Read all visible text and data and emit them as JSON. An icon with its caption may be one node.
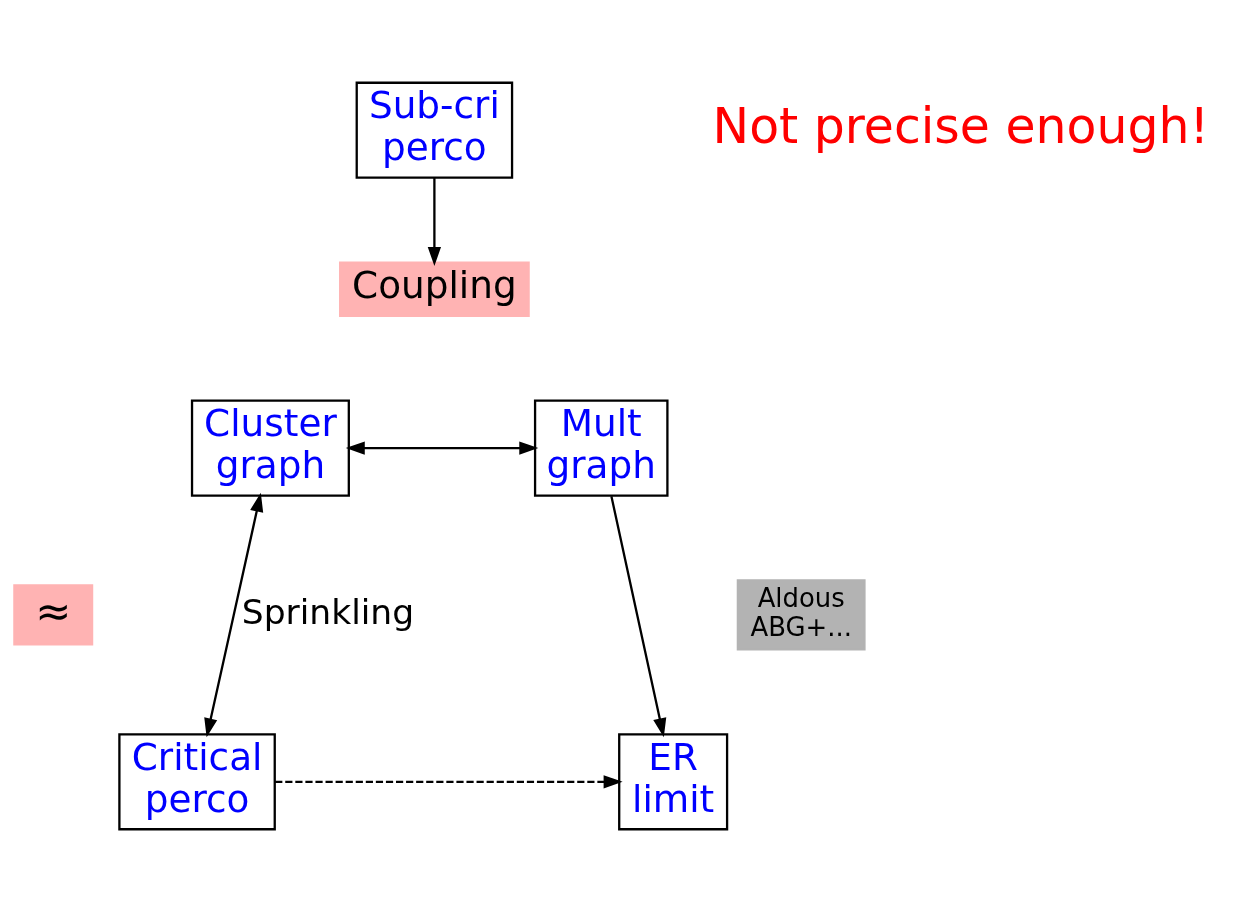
{
  "diagram": {
    "nodes": [
      {
        "text": [
          "Sub-cri perco"
        ]
      },
      {
        "text": [
          "Coupling"
        ]
      },
      {
        "text": [
          "Cluster graph"
        ]
      },
      {
        "text": [
          "Mult graph"
        ]
      },
      {
        "text": [
          "≈"
        ]
      },
      {
        "text": [
          "Critical perco"
        ]
      },
      {
        "text": [
          "ER limit"
        ]
      },
      {
        "text": [
          "Aldous ABG+..."
        ]
      }
    ],
    "edges": [
      {
        "from": 0,
        "to": 1,
        "arrow": "to"
      },
      {
        "from": 2,
        "to": 3,
        "arrow": "both"
      },
      {
        "from": 2,
        "to": 5,
        "arrow": "both",
        "label": "Sprinkling"
      },
      {
        "from": 3,
        "to": 6,
        "arrow": "to"
      },
      {
        "from": 5,
        "to": 6,
        "arrow": "to",
        "style": "dashed"
      }
    ],
    "labels": [
      "Not precise enough!"
    ]
  }
}
